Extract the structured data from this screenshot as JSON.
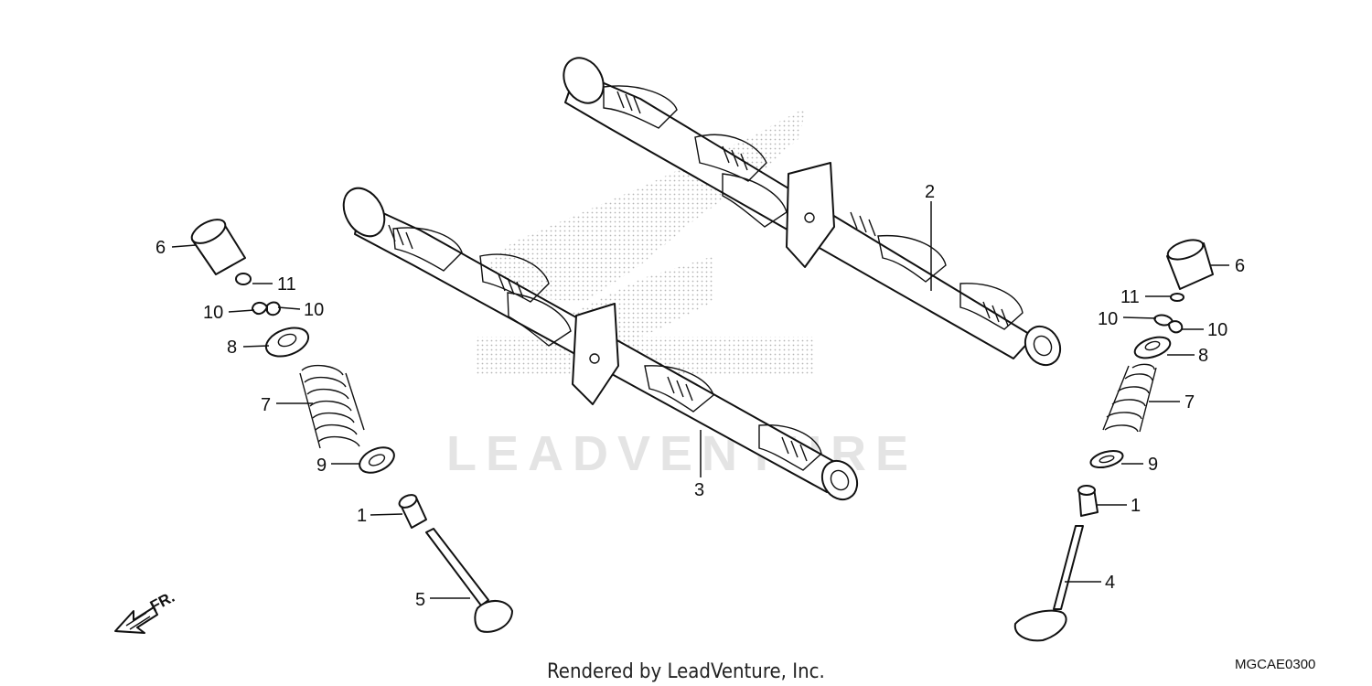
{
  "diagram": {
    "watermark_text": "LEADVENTURE",
    "footer_credit": "Rendered by LeadVenture, Inc.",
    "diagram_code": "MGCAE0300",
    "direction_label": "FR.",
    "callouts": {
      "lifter_left": "6",
      "cotter_small_left": "11",
      "cotter_a_left": "10",
      "cotter_b_left": "10",
      "retainer_left": "8",
      "spring_left": "7",
      "seat_left": "9",
      "seal_left": "1",
      "valve_exhaust": "5",
      "camshaft_upper": "2",
      "camshaft_lower": "3",
      "lifter_right": "6",
      "cotter_small_right": "11",
      "cotter_a_right": "10",
      "cotter_b_right": "10",
      "retainer_right": "8",
      "spring_right": "7",
      "seat_right": "9",
      "seal_right": "1",
      "valve_intake": "4"
    },
    "colors": {
      "line": "#111111",
      "watermark": "#e4e4e4",
      "background": "#ffffff"
    }
  }
}
